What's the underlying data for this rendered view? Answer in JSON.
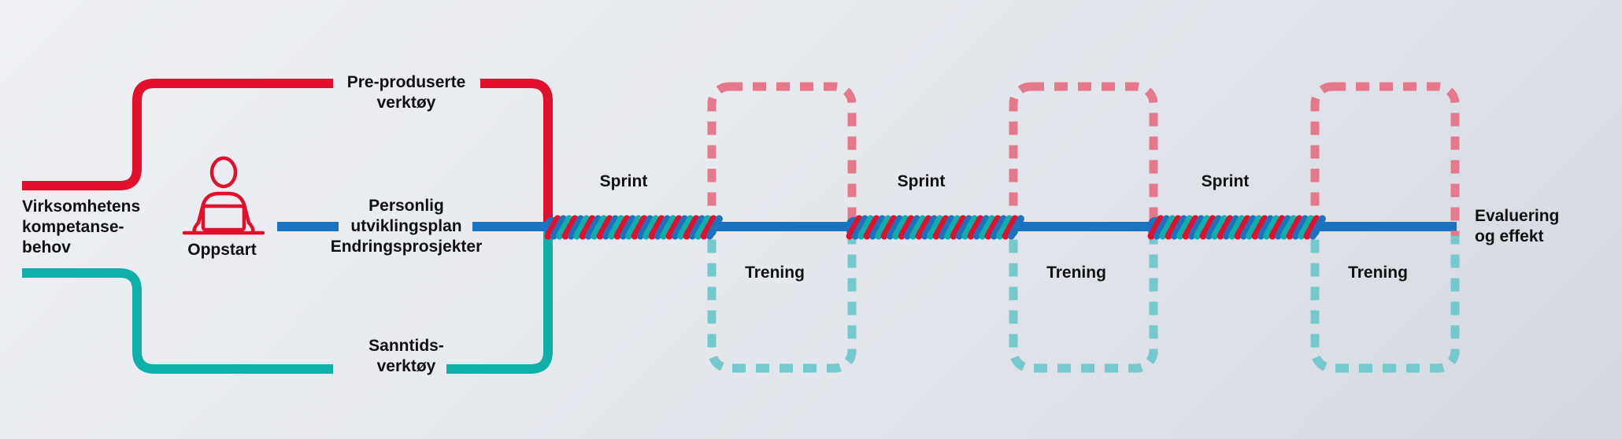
{
  "colors": {
    "red": "#e3102d",
    "teal": "#0fb0a8",
    "blue": "#1b73c0",
    "dashed_red": "#e5788b",
    "dashed_teal": "#74c9cd",
    "text": "#111111"
  },
  "icons": [
    "person-with-laptop-icon",
    "rope-twist"
  ],
  "start": {
    "label_lines": [
      "Virksomhetens",
      "kompetanse-",
      "behov"
    ]
  },
  "oppstart": {
    "label": "Oppstart"
  },
  "top_branch": {
    "label_lines": [
      "Pre-produserte",
      "verktøy"
    ]
  },
  "middle_branch": {
    "label_lines": [
      "Personlig",
      "utviklingsplan",
      "Endringsprosjekter"
    ]
  },
  "bottom_branch": {
    "label_lines": [
      "Sanntids-",
      "verktøy"
    ]
  },
  "sprints": [
    {
      "label": "Sprint"
    },
    {
      "label": "Sprint"
    },
    {
      "label": "Sprint"
    }
  ],
  "trainings": [
    {
      "label": "Trening"
    },
    {
      "label": "Trening"
    },
    {
      "label": "Trening"
    }
  ],
  "end": {
    "label_lines": [
      "Evaluering",
      "og effekt"
    ]
  }
}
